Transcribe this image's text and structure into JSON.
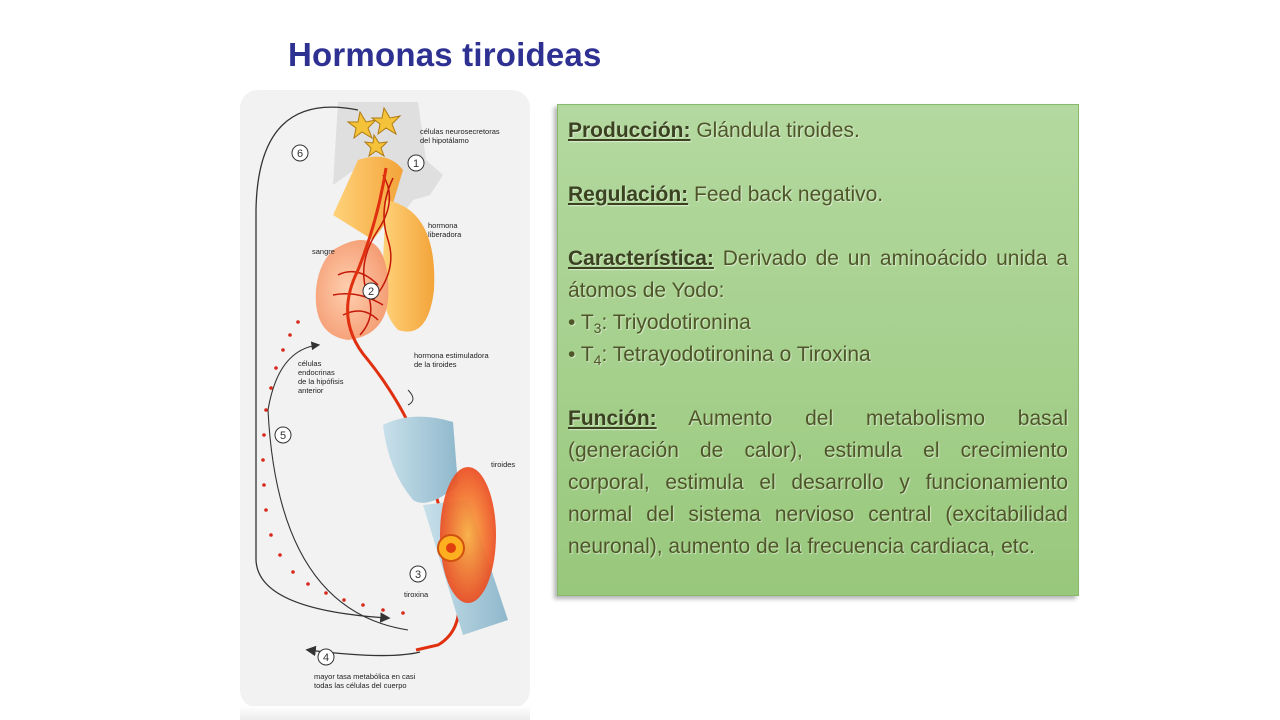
{
  "title": "Hormonas tiroideas",
  "diagram": {
    "labels": {
      "neurons": [
        "células neurosecretoras",
        "del hipotálamo"
      ],
      "releasing": [
        "hormona",
        "liberadora"
      ],
      "blood": "sangre",
      "endocrine": [
        "células",
        "endocrinas",
        "de la hipófisis",
        "anterior"
      ],
      "tsh": [
        "hormona estimuladora",
        "de la tiroides"
      ],
      "thyroid": "tiroides",
      "thyroxine": "tiroxina",
      "metabolic": [
        "mayor tasa metabólica en casi",
        "todas las células del cuerpo"
      ]
    },
    "step_numbers": [
      "1",
      "2",
      "3",
      "4",
      "5",
      "6"
    ]
  },
  "info": {
    "produccion": {
      "label": "Producción:",
      "text": " Glándula tiroides."
    },
    "regulacion": {
      "label": "Regulación:",
      "text": " Feed back negativo."
    },
    "caracteristica": {
      "label": "Característica:",
      "text": " Derivado de un aminoácido unida  a átomos de Yodo:"
    },
    "bullets": [
      {
        "marker": "• ",
        "base": "T",
        "sub": "3",
        "text": ": Triyodotironina"
      },
      {
        "marker": "• ",
        "base": "T",
        "sub": "4",
        "text": ": Tetrayodotironina o Tiroxina"
      }
    ],
    "funcion": {
      "label": "Función:",
      "text": " Aumento del metabolismo basal (generación de calor), estimula el crecimiento corporal, estimula el  desarrollo y funcionamiento normal del sistema nervioso central (excitabilidad neuronal), aumento de la frecuencia cardiaca, etc."
    }
  },
  "colors": {
    "title": "#2e3192",
    "box": "#a8d28f",
    "hormone_path": "#e03010"
  }
}
